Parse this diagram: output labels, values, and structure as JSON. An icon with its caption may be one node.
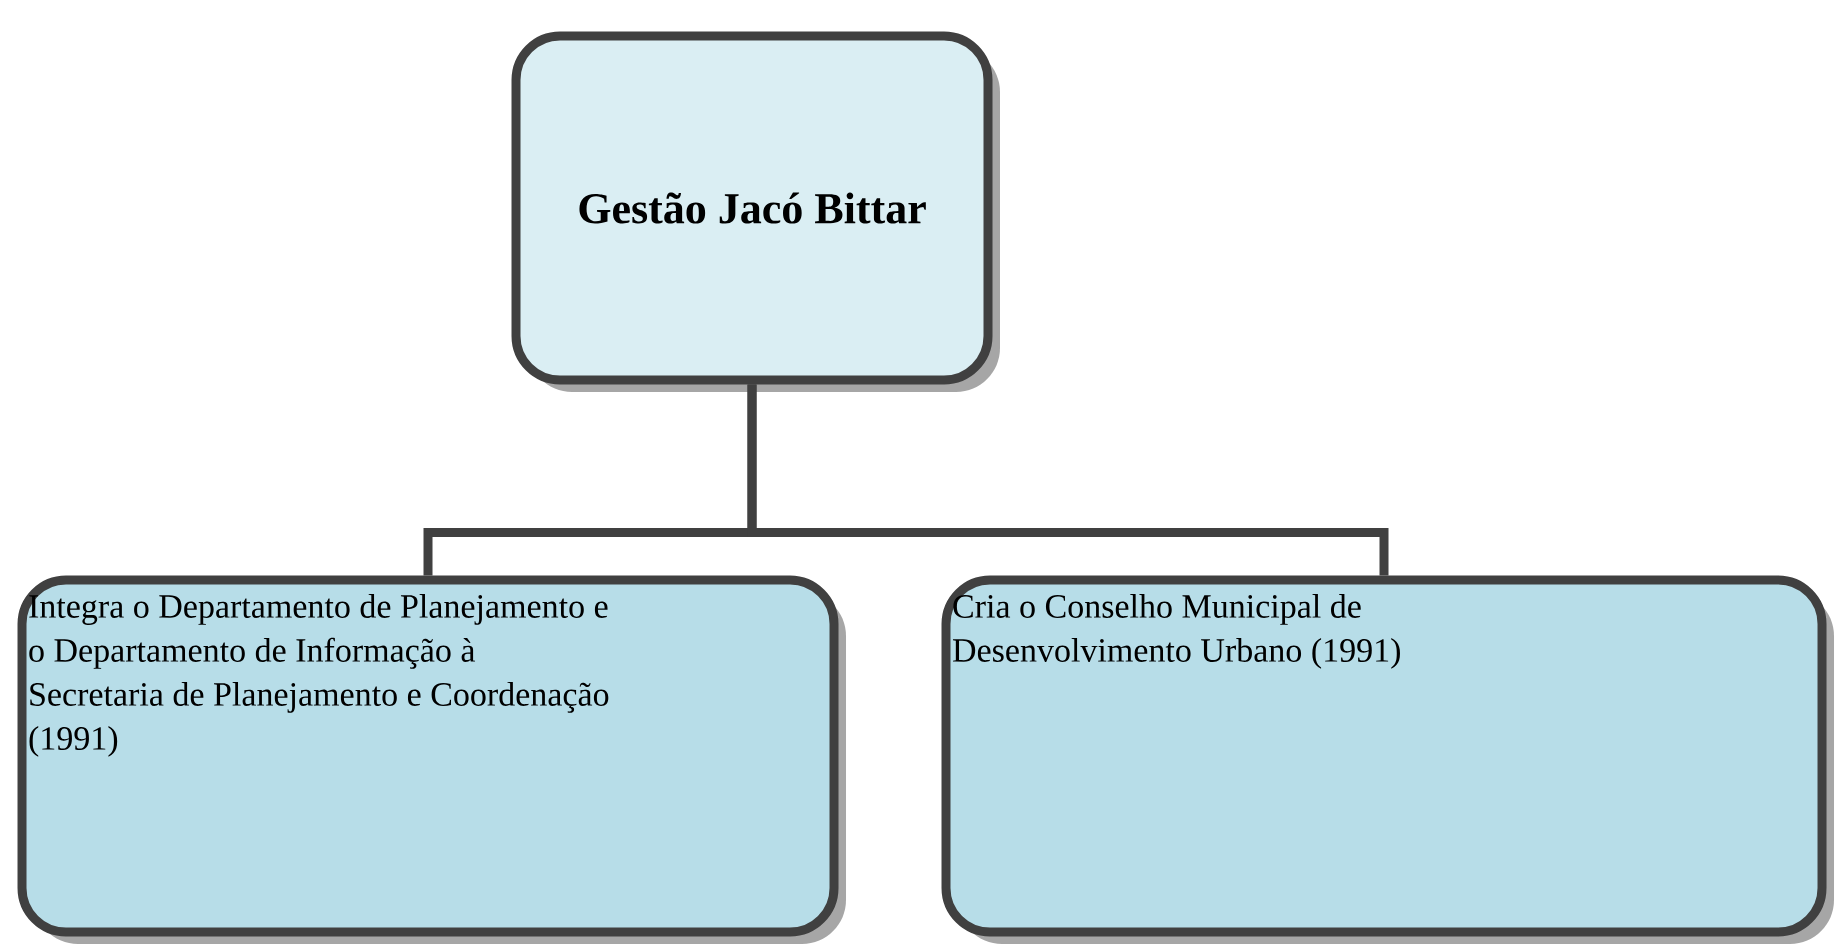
{
  "diagram": {
    "nodes": [
      {
        "text": [
          "Gestão Jacó Bittar"
        ]
      },
      {
        "text": [
          "Integra o Departamento de Planejamento e o Departamento de Informação à Secretaria de Planejamento e Coordenação (1991)"
        ]
      },
      {
        "text": [
          "Cria o Conselho Municipal de Desenvolvimento Urbano (1991)"
        ]
      }
    ],
    "edges": [
      {
        "from": 0,
        "to": 1,
        "arrow": "none"
      },
      {
        "from": 0,
        "to": 2,
        "arrow": "none"
      }
    ]
  }
}
